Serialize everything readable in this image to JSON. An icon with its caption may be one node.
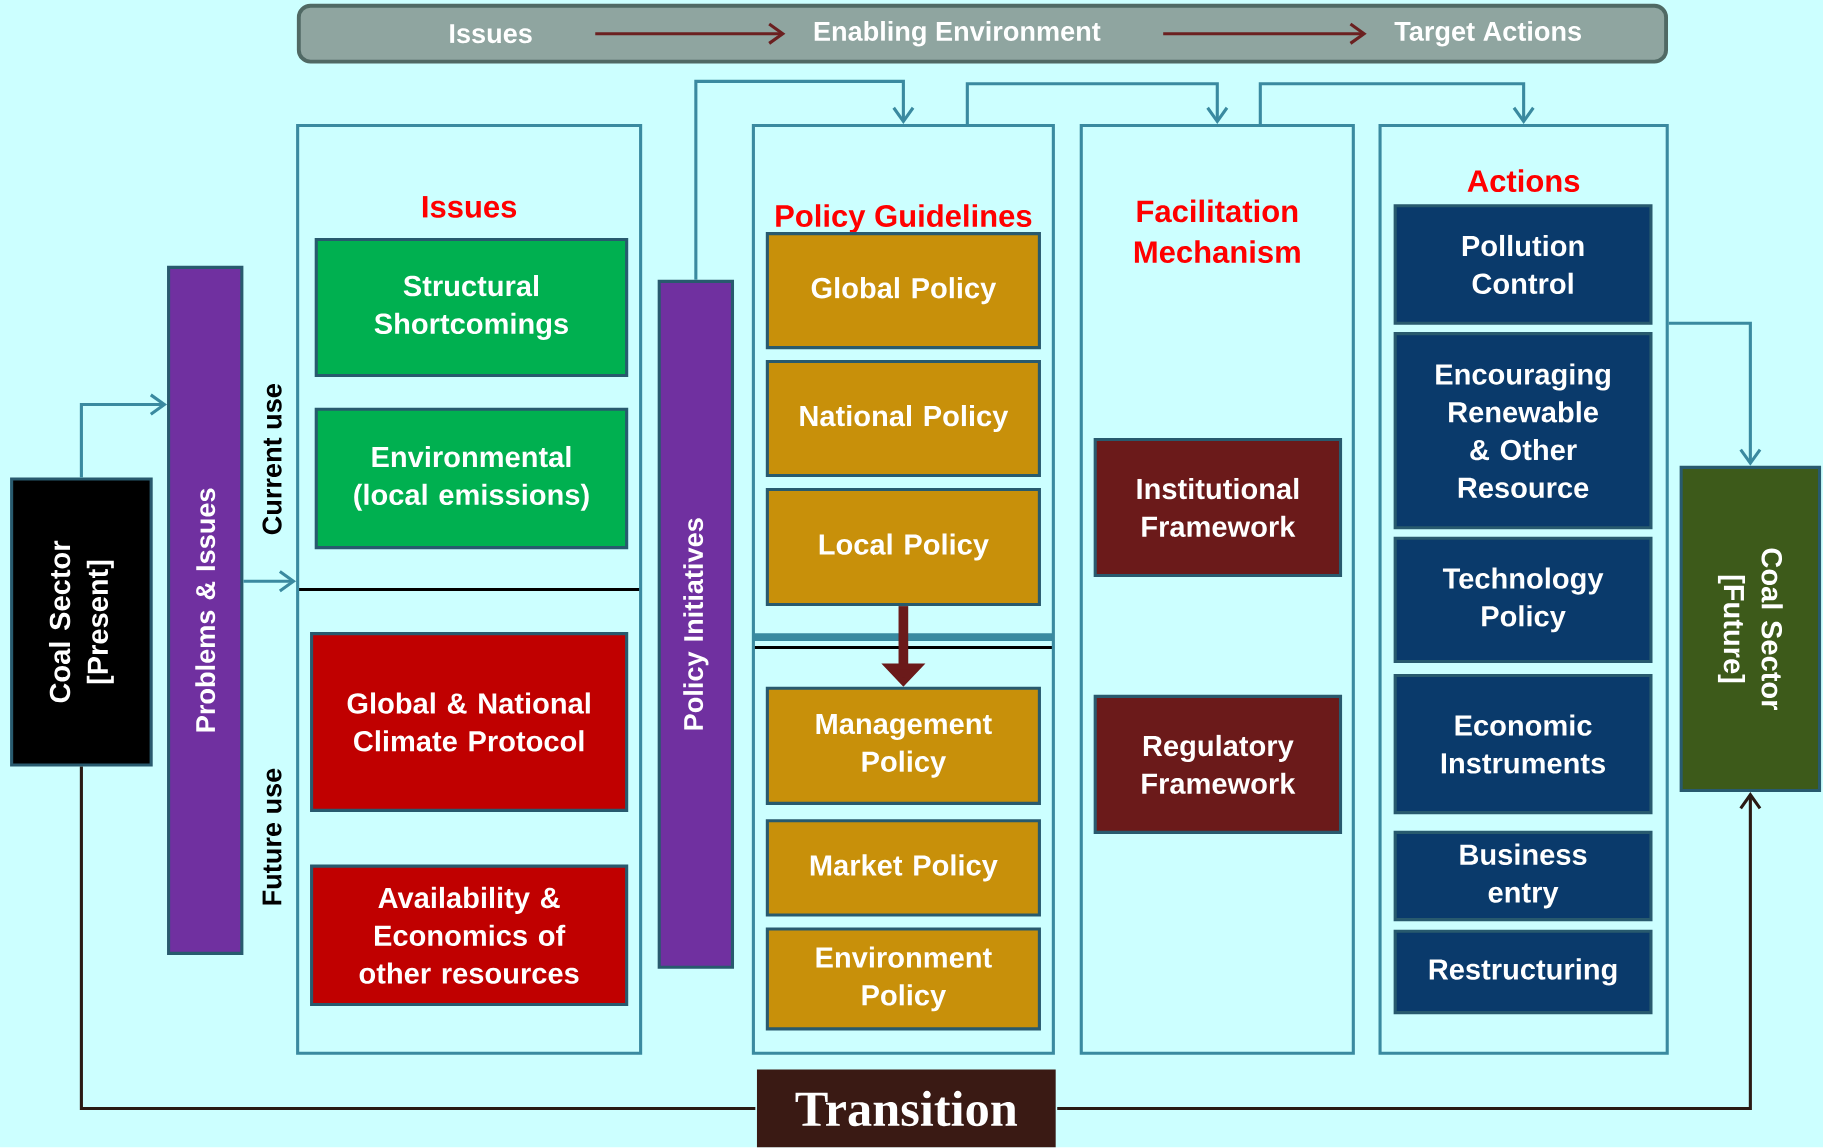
{
  "diagram": {
    "nodes": [
      {
        "text": [
          "Issues"
        ]
      },
      {
        "text": [
          "Enabling Environment"
        ]
      },
      {
        "text": [
          "Target Actions"
        ]
      },
      {
        "text": [
          "Coal Sector [Present]"
        ]
      },
      {
        "text": [
          "Problems & Issues"
        ]
      },
      {
        "text": [
          "Issues"
        ],
        "beside": [
          "Current use",
          "Future use"
        ]
      },
      {
        "text": [
          "Structural Shortcomings"
        ],
        "in": 5
      },
      {
        "text": [
          "Environmental (local emissions)"
        ],
        "in": 5
      },
      {
        "text": [
          "Global & National Climate Protocol"
        ],
        "in": 5
      },
      {
        "text": [
          "Availability & Economics of other resources"
        ],
        "in": 5
      },
      {
        "text": [
          "Policy Initiatives"
        ]
      },
      {
        "text": [
          "Policy Guidelines"
        ]
      },
      {
        "text": [
          "Global Policy"
        ],
        "in": 11
      },
      {
        "text": [
          "National Policy"
        ],
        "in": 11
      },
      {
        "text": [
          "Local Policy"
        ],
        "in": 11
      },
      {
        "text": [
          "Management Policy"
        ],
        "in": 11
      },
      {
        "text": [
          "Market Policy"
        ],
        "in": 11
      },
      {
        "text": [
          "Environment Policy"
        ],
        "in": 11
      },
      {
        "text": [
          "Facilitation Mechanism"
        ]
      },
      {
        "text": [
          "Institutional Framework"
        ],
        "in": 18
      },
      {
        "text": [
          "Regulatory Framework"
        ],
        "in": 18
      },
      {
        "text": [
          "Actions"
        ]
      },
      {
        "text": [
          "Pollution Control"
        ],
        "in": 21
      },
      {
        "text": [
          "Encouraging Renewable & Other Resource"
        ],
        "in": 21
      },
      {
        "text": [
          "Technology Policy"
        ],
        "in": 21
      },
      {
        "text": [
          "Economic Instruments"
        ],
        "in": 21
      },
      {
        "text": [
          "Business entry"
        ],
        "in": 21
      },
      {
        "text": [
          "Restructuring"
        ],
        "in": 21
      },
      {
        "text": [
          "Coal Sector [Future]"
        ]
      },
      {
        "text": [
          "Transition"
        ]
      }
    ],
    "edges": [
      {
        "from": 0,
        "to": 1,
        "arrow": "to",
        "color": "#6b2020"
      },
      {
        "from": 1,
        "to": 2,
        "arrow": "to",
        "color": "#6b2020"
      },
      {
        "from": 3,
        "to": 4,
        "arrow": "to"
      },
      {
        "from": 4,
        "to": 5,
        "arrow": "to"
      },
      {
        "from": 10,
        "to": 11,
        "arrow": "to"
      },
      {
        "from": 11,
        "to": 18,
        "arrow": "to"
      },
      {
        "from": 18,
        "to": 21,
        "arrow": "to"
      },
      {
        "from": 14,
        "to": 15,
        "arrow": "to",
        "style": "thick",
        "color": "#6b1a1a"
      },
      {
        "from": 21,
        "to": 28,
        "arrow": "to"
      },
      {
        "from": 3,
        "to": 29,
        "arrow": "none",
        "color": "#2a1a14"
      },
      {
        "from": 29,
        "to": 28,
        "arrow": "to",
        "color": "#2a1a14"
      }
    ]
  }
}
